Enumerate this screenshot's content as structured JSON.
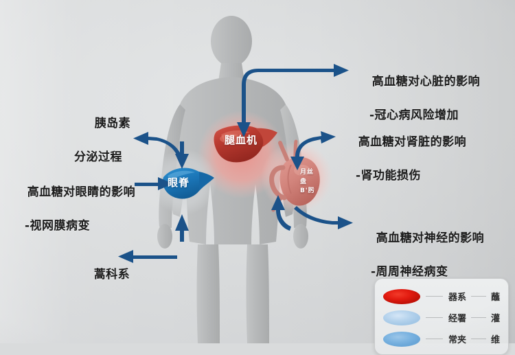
{
  "diagram": {
    "title_alt": "高血糖对器官的影响示意图",
    "background_color": "#dcdedf",
    "arrow_color": "#1b5289",
    "body_silhouette_color": "#b7b9ba"
  },
  "callouts": {
    "heart": {
      "line1": "高血糖对心脏的影响",
      "line2": "-冠心病风险增加"
    },
    "kidney": {
      "line1": "高血糖对肾脏的影响",
      "line2": "-肾功能损伤"
    },
    "nerve": {
      "line1": "高血糖对神经的影响",
      "line2": "-周周神经病变"
    },
    "eye": {
      "line1": "高血糖对眼睛的影响",
      "line2": "-视网膜病变"
    },
    "insulin": {
      "line1": "胰岛素",
      "line2": "分泌过程"
    },
    "bottom_left": {
      "line1": "蒿科系",
      "line2": ""
    }
  },
  "organs": {
    "liver": {
      "label": "腿血机",
      "glow_color": "#f0a9a4"
    },
    "pancreas": {
      "label": "眼脊",
      "color": "#1a7cc0"
    },
    "heart_kidney": {
      "label": "月丝\n盘\nB'肟",
      "glow_color": "#f2b6b1"
    }
  },
  "legend": {
    "rows": [
      {
        "swatch": "red",
        "text_left": "器系",
        "text_right": "蘸"
      },
      {
        "swatch": "light-blue",
        "text_left": "经署",
        "text_right": "灌"
      },
      {
        "swatch": "blue",
        "text_left": "常夹",
        "text_right": "维"
      }
    ]
  }
}
